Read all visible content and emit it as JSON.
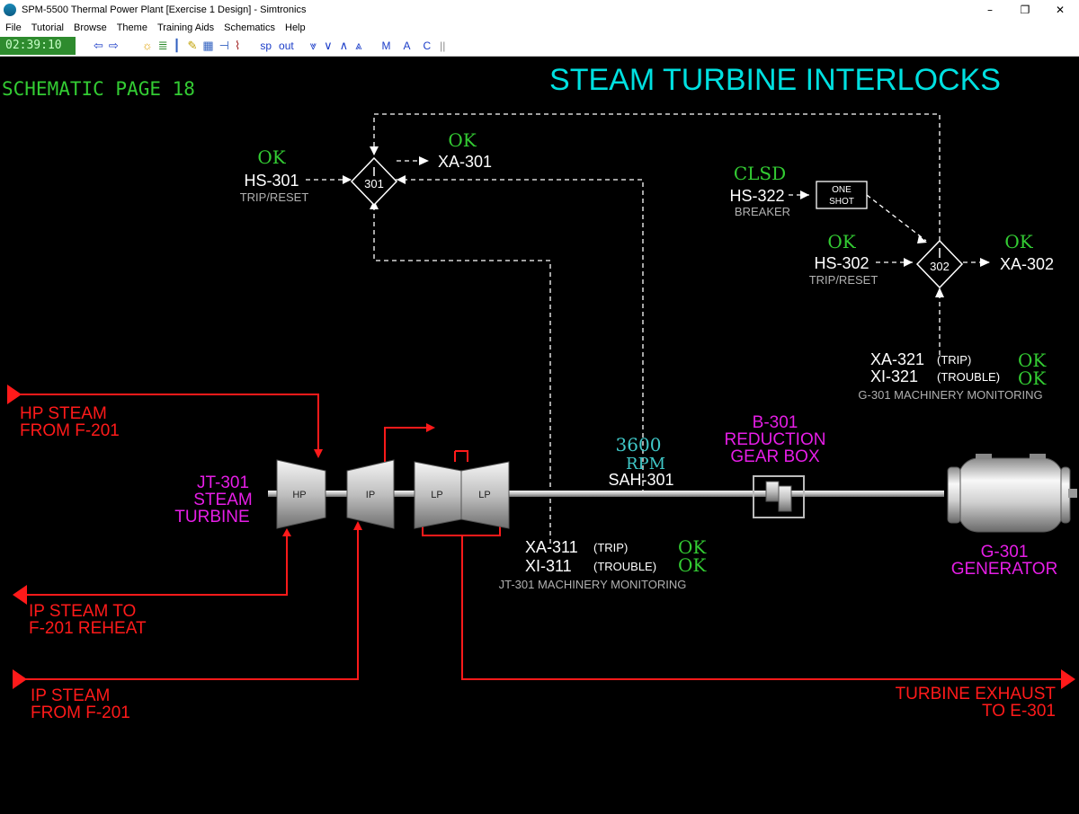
{
  "window": {
    "title": "SPM-5500 Thermal Power Plant [Exercise 1 Design] - Simtronics",
    "minimize": "–",
    "maximize": "❐",
    "close": "✕"
  },
  "menu": [
    "File",
    "Tutorial",
    "Browse",
    "Theme",
    "Training Aids",
    "Schematics",
    "Help"
  ],
  "toolbar": {
    "clock": "02:39:10",
    "sp": "sp",
    "out": "out",
    "m": "M",
    "a": "A",
    "c": "C"
  },
  "schematic": {
    "title": "STEAM TURBINE INTERLOCKS",
    "page": "SCHEMATIC PAGE 18",
    "interlock_301": {
      "id": "301",
      "hs_status": "OK",
      "hs_tag": "HS-301",
      "hs_desc": "TRIP/RESET",
      "xa_status": "OK",
      "xa_tag": "XA-301"
    },
    "interlock_302": {
      "id": "302",
      "breaker_status": "CLSD",
      "breaker_tag": "HS-322",
      "breaker_desc": "BREAKER",
      "oneshot_1": "ONE",
      "oneshot_2": "SHOT",
      "hs_status": "OK",
      "hs_tag": "HS-302",
      "hs_desc": "TRIP/RESET",
      "xa_status": "OK",
      "xa_tag": "XA-302"
    },
    "gen_monitoring": {
      "xa_tag": "XA-321",
      "xa_label": "(TRIP)",
      "xa_status": "OK",
      "xi_tag": "XI-321",
      "xi_label": "(TROUBLE)",
      "xi_status": "OK",
      "desc": "G-301 MACHINERY MONITORING"
    },
    "turb_monitoring": {
      "xa_tag": "XA-311",
      "xa_label": "(TRIP)",
      "xa_status": "OK",
      "xi_tag": "XI-311",
      "xi_label": "(TROUBLE)",
      "xi_status": "OK",
      "desc": "JT-301 MACHINERY MONITORING"
    },
    "speed": {
      "value": "3600",
      "unit": "RPM",
      "tag": "SAH-301"
    },
    "turbine": {
      "line1": "JT-301",
      "line2": "STEAM",
      "line3": "TURBINE",
      "hp": "HP",
      "ip": "IP",
      "lp1": "LP",
      "lp2": "LP"
    },
    "gearbox": {
      "line1": "B-301",
      "line2": "REDUCTION",
      "line3": "GEAR BOX"
    },
    "generator": {
      "line1": "G-301",
      "line2": "GENERATOR"
    },
    "streams": {
      "hp_in_1": "HP STEAM",
      "hp_in_2": "FROM F-201",
      "ip_out_1": "IP STEAM TO",
      "ip_out_2": "F-201 REHEAT",
      "ip_in_1": "IP STEAM",
      "ip_in_2": "FROM F-201",
      "exhaust_1": "TURBINE EXHAUST",
      "exhaust_2": "TO E-301"
    },
    "colors": {
      "ok": "#33cc33",
      "title": "#00e0e0",
      "equipment_label": "#e61ee6",
      "stream": "#ff1a1a",
      "tag": "#ffffff",
      "desc": "#b0b0b0",
      "speed": "#40c8c8"
    }
  }
}
